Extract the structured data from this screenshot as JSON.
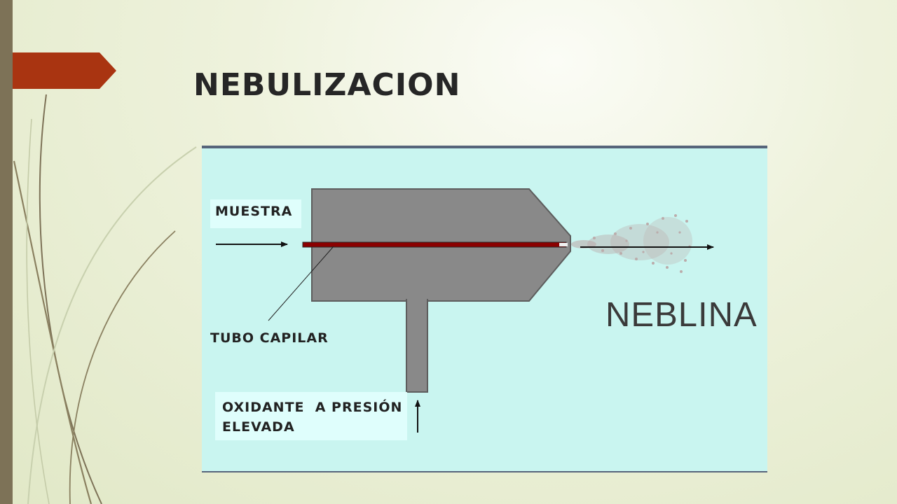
{
  "slide": {
    "title": "NEBULIZACION",
    "accent_color": "#a93411",
    "strip_color": "#7d7257"
  },
  "diagram": {
    "background_color": "#c9f5f0",
    "label_background_color": "#dffefc",
    "nebulizer_color": "#898989",
    "capillary_color": "#8b0000",
    "labels": {
      "muestra": "MUESTRA",
      "tubo_capilar": "TUBO CAPILAR",
      "oxidante_line1": "OXIDANTE  A PRESIÓN",
      "oxidante_line2": "ELEVADA",
      "neblina": "NEBLINA"
    }
  }
}
